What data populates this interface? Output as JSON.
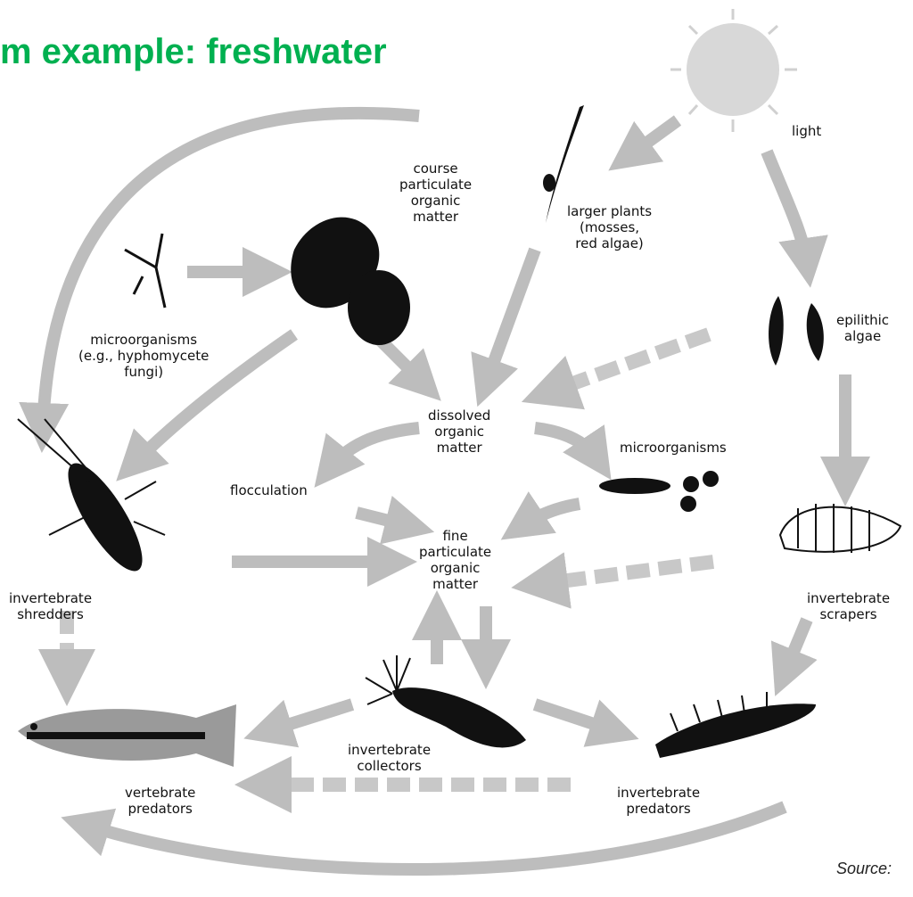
{
  "title": "m example: freshwater",
  "source": "Source:",
  "labels": {
    "light": "light",
    "coarse_pom": [
      "course",
      "particulate",
      "organic",
      "matter"
    ],
    "larger_plants": [
      "larger plants",
      "(mosses,",
      "red algae)"
    ],
    "microorganisms_fungi": [
      "microorganisms",
      "(e.g., hyphomycete",
      "fungi)"
    ],
    "epilithic_algae": [
      "epilithic",
      "algae"
    ],
    "dom": [
      "dissolved",
      "organic",
      "matter"
    ],
    "microorganisms": "microorganisms",
    "flocculation": "flocculation",
    "fpom": [
      "fine",
      "particulate",
      "organic",
      "matter"
    ],
    "shredders": [
      "invertebrate",
      "shredders"
    ],
    "scrapers": [
      "invertebrate",
      "scrapers"
    ],
    "collectors": [
      "invertebrate",
      "collectors"
    ],
    "vertebrate_predators": [
      "vertebrate",
      "predators"
    ],
    "invertebrate_predators": [
      "invertebrate",
      "predators"
    ]
  },
  "colors": {
    "title": "#00b050",
    "arrow": "#bdbdbd",
    "organism": "#111111"
  }
}
